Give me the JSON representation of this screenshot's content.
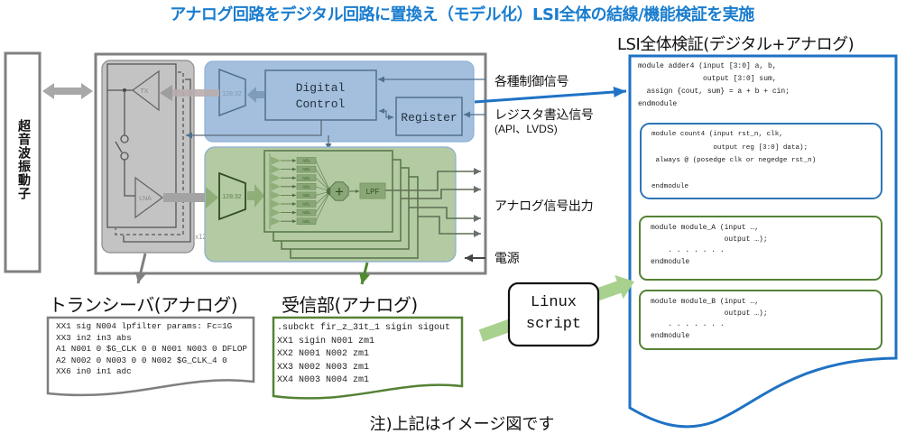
{
  "title": "アナログ回路をデジタル回路に置換え（モデル化）LSI全体の結線/機能検証を実施",
  "verification_heading": "LSI全体検証(デジタル+アナログ)",
  "transducer": {
    "label": "超音波振動子"
  },
  "lsi_blocks": {
    "transceiver": {
      "tx": "TX",
      "lna": "LNA",
      "multiplicity": "x128"
    },
    "digital": {
      "mux": "128:32",
      "control_line1": "Digital",
      "control_line2": "Control",
      "register": "Register"
    },
    "receiver": {
      "mux": "128:32",
      "adl": "ADL",
      "summer": "+",
      "lpf": "LPF"
    }
  },
  "signals": {
    "control": "各種制御信号",
    "register_write": "レジスタ書込信号",
    "register_write_detail": "(API、LVDS)",
    "analog_output": "アナログ信号出力",
    "power": "電源"
  },
  "transceiver_netlist": {
    "title": "トランシーバ(アナログ)",
    "lines": [
      "XX1 sig N004 lpfilter params: Fc=1G",
      "XX3 in2 in3 abs",
      "A1 N001 0 $G_CLK 0 0 N001 N003 0 DFLOP",
      "A2 N002 0 N003 0 0 N002 $G_CLK_4 0",
      "XX6 in0 in1 adc"
    ]
  },
  "receiver_netlist": {
    "title": "受信部(アナログ)",
    "lines": [
      ".subckt fir_z_31t_1 sigin sigout",
      "XX1 sigin N001 zm1",
      "XX2 N001 N002 zm1",
      "XX3 N002 N003 zm1",
      "XX4 N003 N004 zm1"
    ]
  },
  "script": {
    "line1": "Linux",
    "line2": "script"
  },
  "verilog": {
    "adder4": [
      "module adder4 (input [3:0] a, b,",
      "               output [3:0] sum,",
      "  assign {cout, sum} = a + b + cin;",
      "endmodule"
    ],
    "count4": [
      "module count4 (input rst_n, clk,",
      "               output reg [3:0] data);",
      " always @ (posedge clk or negedge rst_n)",
      "",
      "endmodule"
    ],
    "module_a": [
      "module module_A (input …,",
      "                 output …);",
      "    . . . . . . .",
      "endmodule"
    ],
    "module_b": [
      "module module_B (input …,",
      "                 output …);",
      "    . . . . . . .",
      "endmodule"
    ]
  },
  "note": "注)上記はイメージ図です",
  "colors": {
    "title": "#1a7dcf",
    "digital_block": "#a4bfdd",
    "analog_block": "#b4caa3",
    "transceiver_block": "#c3c3c3",
    "verification_border": "#1f72c4",
    "count_module_border": "#2e75b6",
    "submodule_border": "#548235",
    "script_arrow": "#a9d18e"
  }
}
